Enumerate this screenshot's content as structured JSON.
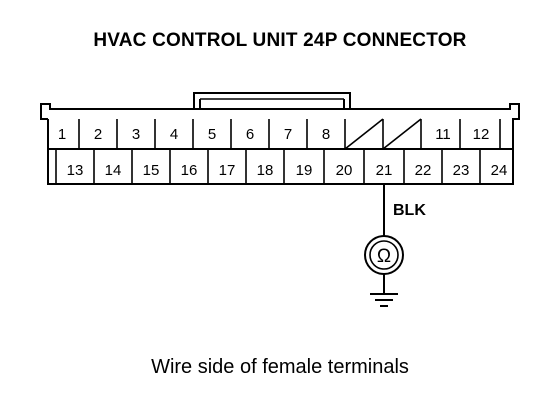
{
  "title": "HVAC CONTROL UNIT 24P CONNECTOR",
  "caption": "Wire side of female terminals",
  "wire_color_label": "BLK",
  "meter_symbol": "Ω",
  "probed_terminal": "21",
  "connector": {
    "top_row": [
      "1",
      "2",
      "3",
      "4",
      "5",
      "6",
      "7",
      "8",
      "",
      "",
      "11",
      "12"
    ],
    "bottom_row": [
      "13",
      "14",
      "15",
      "16",
      "17",
      "18",
      "19",
      "20",
      "21",
      "22",
      "23",
      "24"
    ],
    "unused_cavities": [
      "9",
      "10"
    ]
  }
}
